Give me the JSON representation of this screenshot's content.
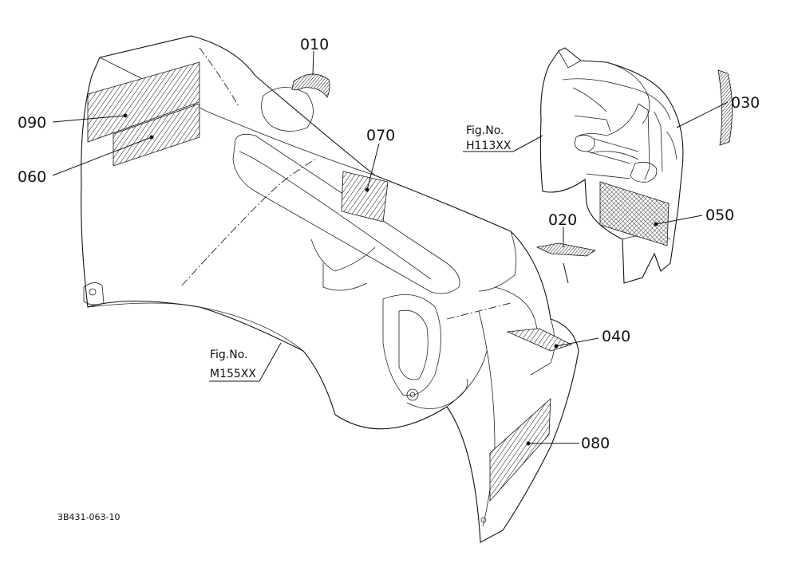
{
  "callouts": {
    "c010": "010",
    "c020": "020",
    "c030": "030",
    "c040": "040",
    "c050": "050",
    "c060": "060",
    "c070": "070",
    "c080": "080",
    "c090": "090"
  },
  "figrefs": {
    "upper": {
      "line1": "Fig.No.",
      "line2": "H113XX"
    },
    "lower": {
      "line1": "Fig.No.",
      "line2": "M155XX"
    }
  },
  "drawing_number": "3B431-063-10"
}
